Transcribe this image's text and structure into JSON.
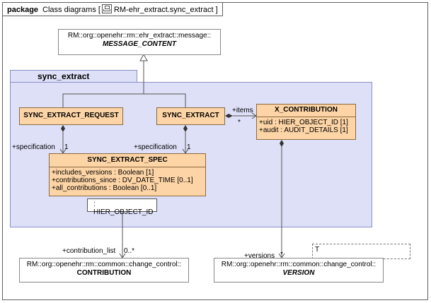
{
  "frame": {
    "keyword": "package",
    "title_prefix": "Class diagrams [",
    "diagram_name": "RM-ehr_extract.sync_extract",
    "title_suffix": "]"
  },
  "package": {
    "name": "sync_extract"
  },
  "classes": {
    "message_content": {
      "qualifier": "RM::org::openehr::rm::ehr_extract::message::",
      "name": "MESSAGE_CONTENT"
    },
    "sync_extract_request": {
      "name": "SYNC_EXTRACT_REQUEST"
    },
    "sync_extract": {
      "name": "SYNC_EXTRACT"
    },
    "x_contribution": {
      "name": "X_CONTRIBUTION",
      "attributes": [
        {
          "text": "+uid : ",
          "type": "HIER_OBJECT_ID [1]"
        },
        {
          "text": "+audit : ",
          "type": "AUDIT_DETAILS [1]"
        }
      ]
    },
    "sync_extract_spec": {
      "name": "SYNC_EXTRACT_SPEC",
      "attributes": [
        {
          "text": "+includes_versions : ",
          "type": "Boolean [1]"
        },
        {
          "text": "+contributions_since : ",
          "type": "DV_DATE_TIME [0..1]"
        },
        {
          "text": "+all_contributions : ",
          "type": "Boolean [0..1]"
        }
      ],
      "qualifier_box": ": HIER_OBJECT_ID"
    },
    "contribution": {
      "qualifier": "RM::org::openehr::rm::common::change_control::",
      "name": "CONTRIBUTION"
    },
    "version": {
      "qualifier": "RM::org::openehr::rm::common::change_control::",
      "name": "VERSION"
    }
  },
  "template_param": "T",
  "associations": {
    "items_role": "+items",
    "items_mult": "*",
    "spec_role_left": "+specification",
    "spec_mult_left": "1",
    "spec_role_right": "+specification",
    "spec_mult_right": "1",
    "contribution_list_role": "+contribution_list",
    "contribution_list_mult": "0..*",
    "versions_role": "+versions",
    "versions_mult": "*"
  },
  "colors": {
    "class_fill": "#fdd4a5",
    "package_fill": "#dde0f7",
    "line": "#555555"
  }
}
